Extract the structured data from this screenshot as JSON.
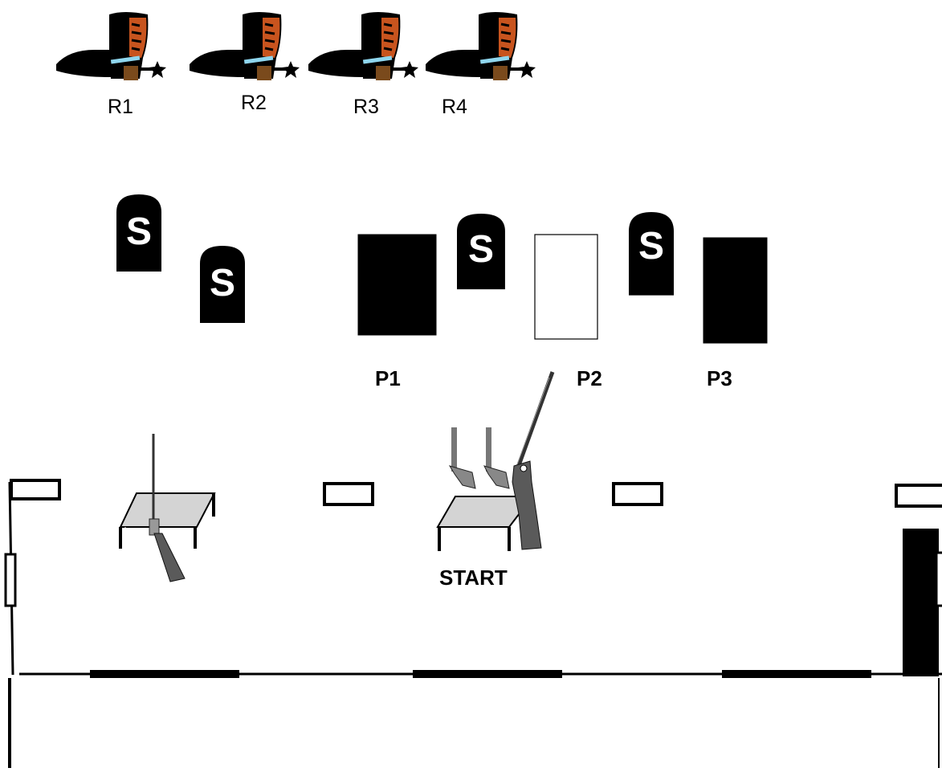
{
  "rifle_positions": [
    {
      "id": "r1",
      "label": "R1"
    },
    {
      "id": "r2",
      "label": "R2"
    },
    {
      "id": "r3",
      "label": "R3"
    },
    {
      "id": "r4",
      "label": "R4"
    }
  ],
  "shotgun_targets": [
    {
      "id": "s1",
      "letter": "S"
    },
    {
      "id": "s2",
      "letter": "S"
    },
    {
      "id": "s3",
      "letter": "S"
    },
    {
      "id": "s4",
      "letter": "S"
    }
  ],
  "pistol_targets": [
    {
      "id": "p1",
      "label": "P1",
      "fill": "#000000"
    },
    {
      "id": "p2",
      "label": "P2",
      "fill": "#ffffff"
    },
    {
      "id": "p3",
      "label": "P3",
      "fill": "#000000"
    }
  ],
  "start": {
    "label": "START"
  },
  "colors": {
    "boot": "#000000",
    "boot_shaft": "#c8541e",
    "boot_heel": "#7a4a1c",
    "boot_band": "#8fd6ee",
    "table_top": "#d4d4d4",
    "rifle_stock": "#5a5a5a"
  }
}
